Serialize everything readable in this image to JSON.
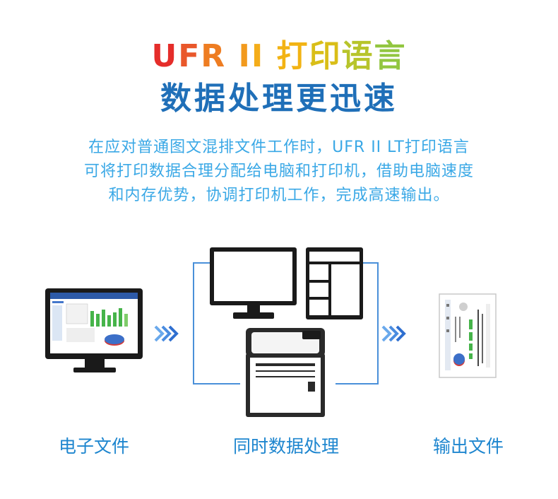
{
  "title": {
    "line1_chars": [
      {
        "t": "U",
        "color": "#e52d2a"
      },
      {
        "t": "F",
        "color": "#e9572a"
      },
      {
        "t": "R",
        "color": "#ee7d22"
      },
      {
        "t": " ",
        "color": "#ffffff"
      },
      {
        "t": "I",
        "color": "#f29a1d"
      },
      {
        "t": "I",
        "color": "#f4ad1a"
      },
      {
        "t": " ",
        "color": "#ffffff"
      },
      {
        "t": "打",
        "color": "#f2b314"
      },
      {
        "t": "印",
        "color": "#d9be18"
      },
      {
        "t": "语",
        "color": "#b7c42b"
      },
      {
        "t": "言",
        "color": "#92c640"
      }
    ],
    "line2": "数据处理更迅速"
  },
  "description": [
    "在应对普通图文混排文件工作时，UFR II LT打印语言",
    "可将打印数据合理分配给电脑和打印机，借助电脑速度",
    "和内存优势，协调打印机工作，完成高速输出。"
  ],
  "labels": {
    "left": "电子文件",
    "center": "同时数据处理",
    "right": "输出文件"
  },
  "icons": {
    "left": "monitor-document-icon",
    "center": "computer-printer-icon",
    "right": "printed-page-icon",
    "arrows": "double-chevron-right-icon"
  },
  "colors": {
    "blue_text": "#1f6fb8",
    "light_blue_text": "#3aa8e6",
    "connector": "#4a90d9"
  }
}
